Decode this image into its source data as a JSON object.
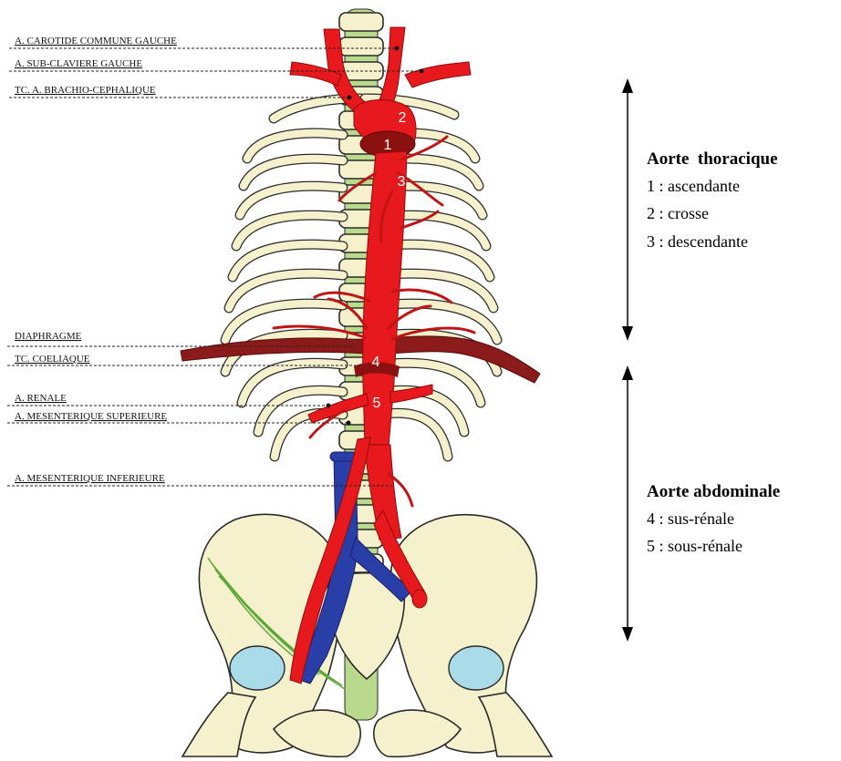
{
  "labels": {
    "carotide": "A. CAROTIDE COMMUNE GAUCHE",
    "subclaviere": "A. SUB-CLAVIERE GAUCHE",
    "brachio": "TC. A. BRACHIO-CEPHALIQUE",
    "diaphragme": "DIAPHRAGME",
    "coeliaque": "TC. COELIAQUE",
    "renale": "A. RENALE",
    "mesenterique_sup": "A. MESENTERIQUE SUPERIEURE",
    "mesenterique_inf": "A. MESENTERIQUE INFERIEURE"
  },
  "numbers": [
    "1",
    "2",
    "3",
    "4",
    "5"
  ],
  "legend": {
    "thoracic": {
      "title": "Aorte  thoracique",
      "items": [
        "1 : ascendante",
        "2 : crosse",
        "3 : descendante"
      ]
    },
    "abdominal": {
      "title": "Aorte abdominale",
      "items": [
        "4 : sus-rénale",
        "5 : sous-rénale"
      ]
    }
  },
  "colors": {
    "artery": "#e8191c",
    "vein": "#2a3ea8",
    "bone": "#f6f1cd",
    "diaphragm": "#8b1a1a",
    "ligament": "#5fa83a",
    "cartilage": "#a9dbe8"
  }
}
